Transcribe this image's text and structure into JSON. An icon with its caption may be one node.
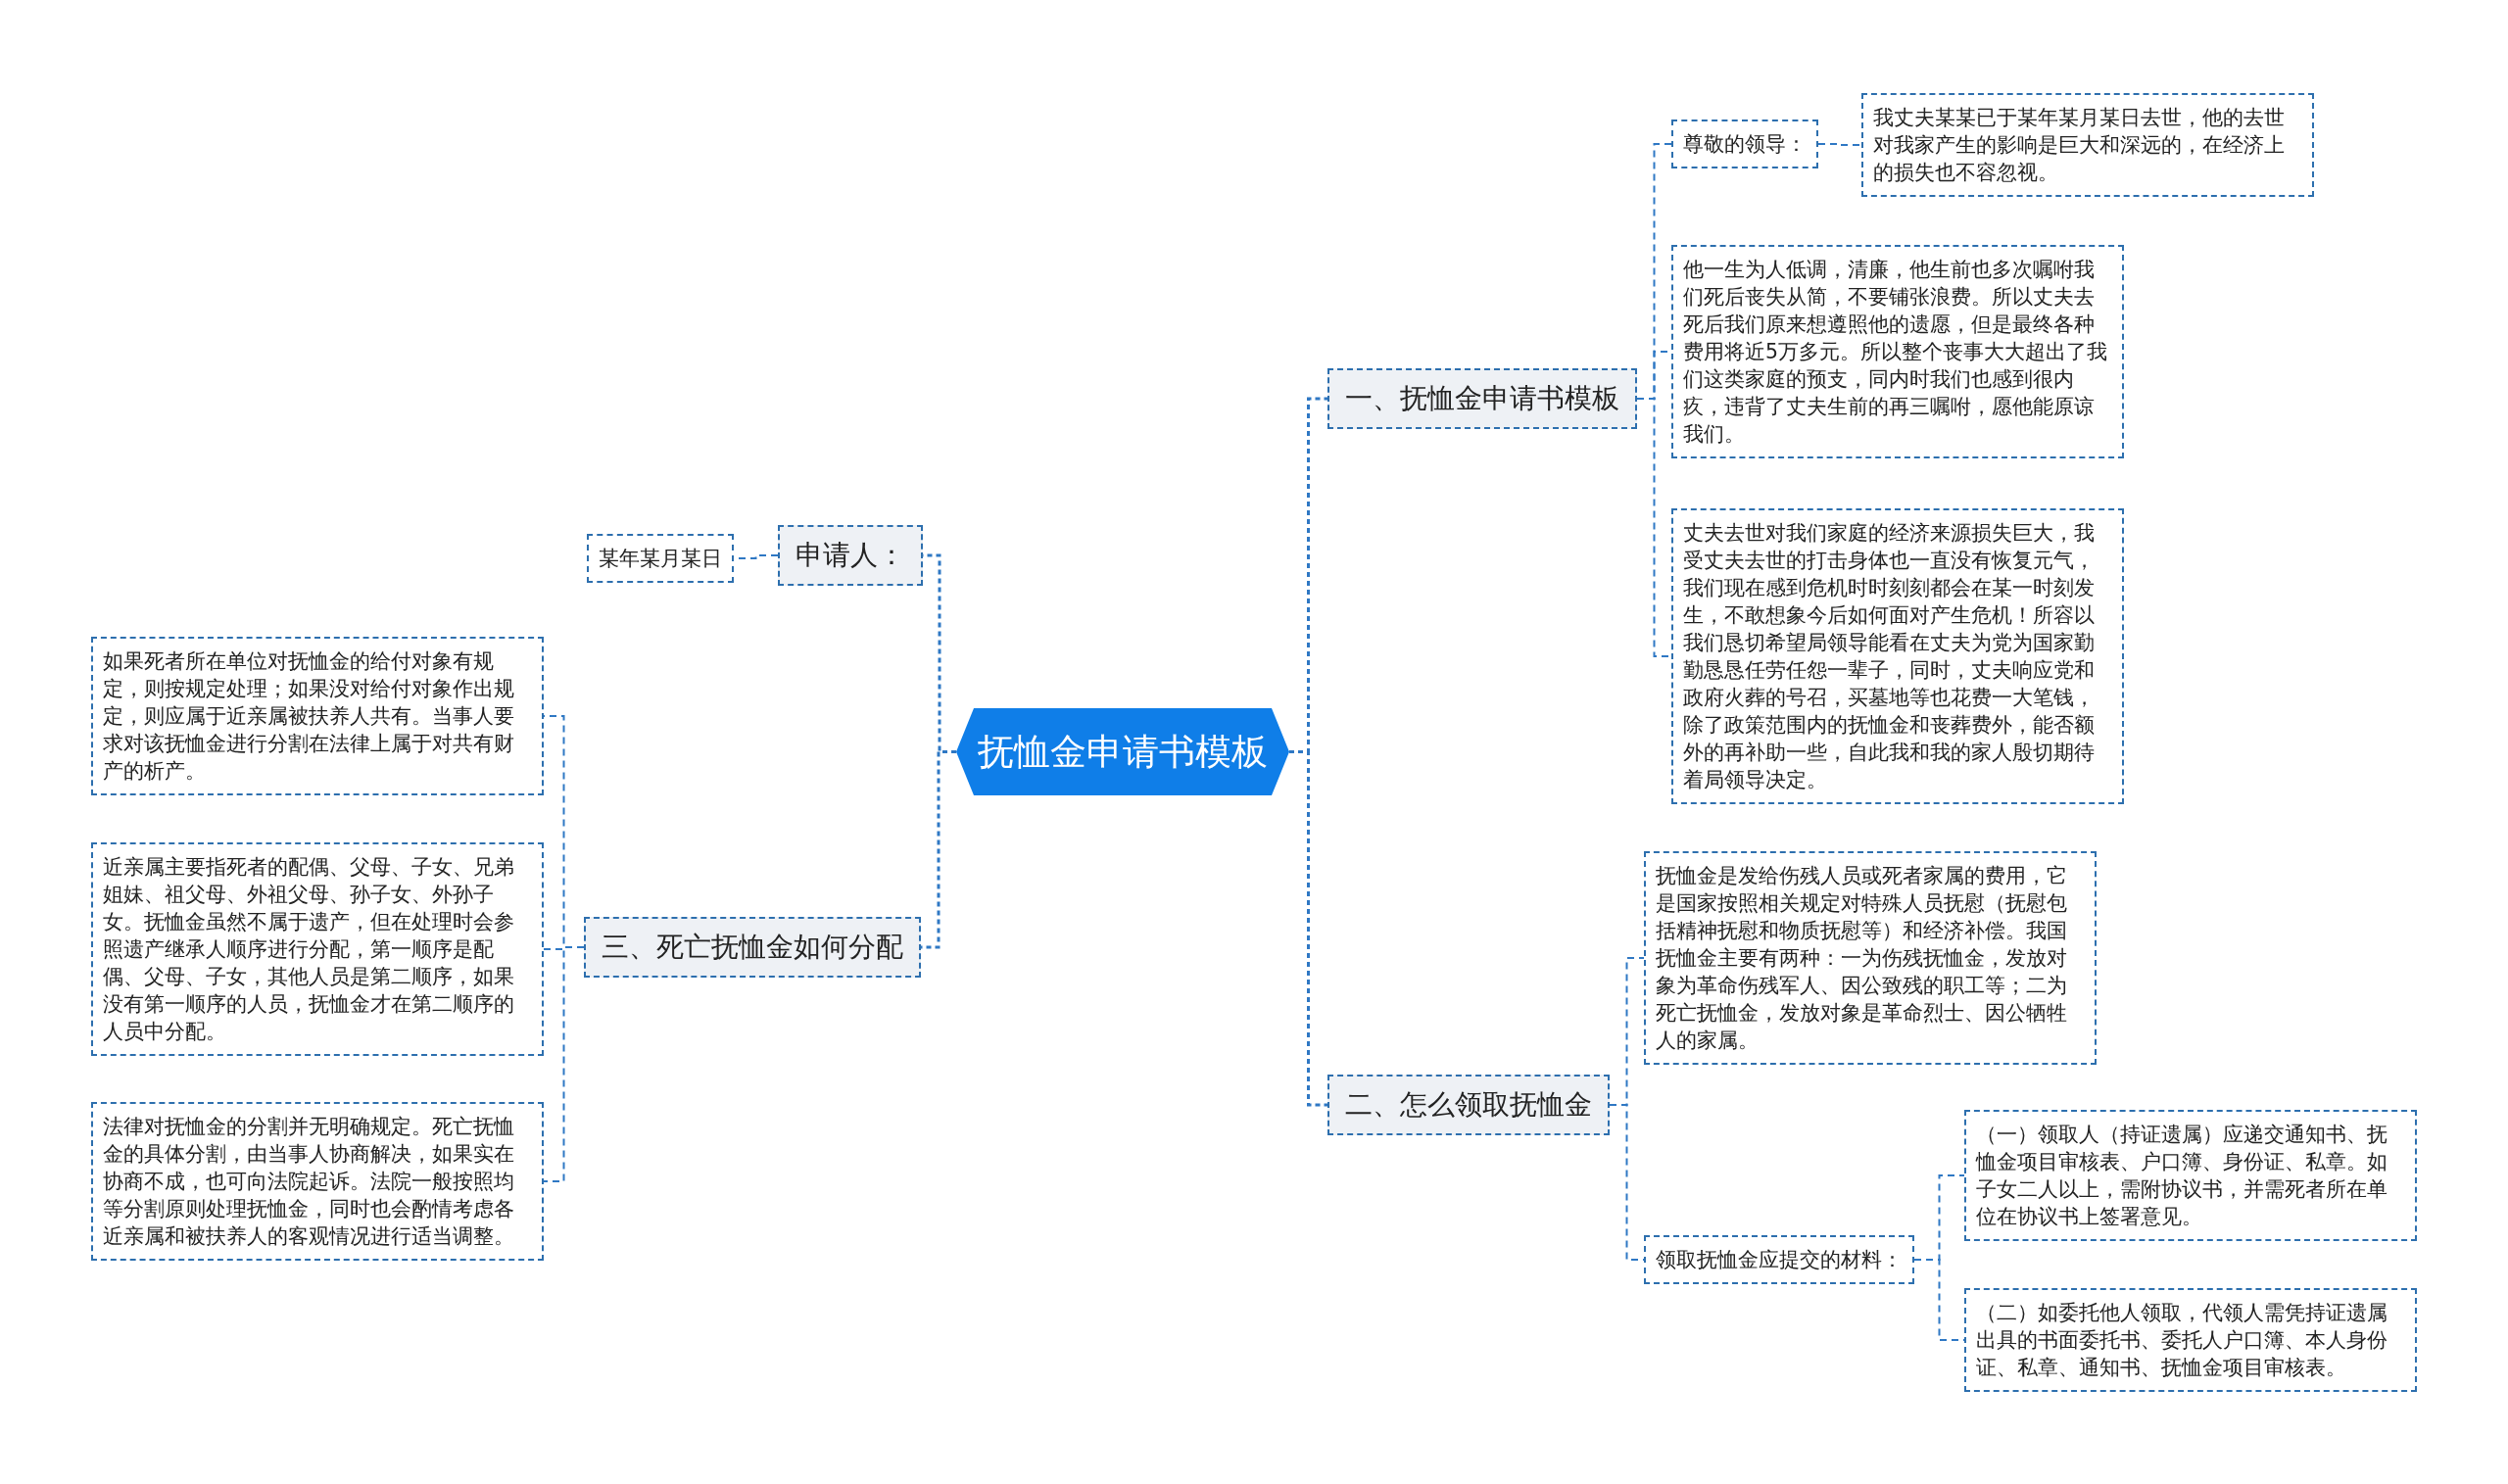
{
  "diagram": {
    "nodes": [
      {
        "text": [
          "抚恤金申请书模板"
        ]
      },
      {
        "text": [
          "一、抚恤金申请书模板"
        ]
      },
      {
        "text": [
          "尊敬的领导："
        ]
      },
      {
        "text": [
          "我丈夫某某已于某年某月某日去世，他的去世对我家产生的影响是巨大和深远的，在经济上的损失也不容忽视。"
        ]
      },
      {
        "text": [
          "他一生为人低调，清廉，他生前也多次嘱咐我们死后丧失从简，不要铺张浪费。所以丈夫去死后我们原来想遵照他的遗愿，但是最终各种费用将近5万多元。所以整个丧事大大超出了我们这类家庭的预支，同内时我们也感到很内疚，违背了丈夫生前的再三嘱咐，愿他能原谅我们。"
        ]
      },
      {
        "text": [
          "丈夫去世对我们家庭的经济来源损失巨大，我受丈夫去世的打击身体也一直没有恢复元气，我们现在感到危机时时刻刻都会在某一时刻发生，不敢想象今后如何面对产生危机！所容以我们恳切希望局领导能看在丈夫为党为国家勤勤恳恳任劳任怨一辈子，同时，丈夫响应党和政府火葬的号召，买墓地等也花费一大笔钱，除了政策范围内的抚恤金和丧葬费外，能否额外的再补助一些，自此我和我的家人殷切期待着局领导决定。"
        ]
      },
      {
        "text": [
          "二、怎么领取抚恤金"
        ]
      },
      {
        "text": [
          "抚恤金是发给伤残人员或死者家属的费用，它是国家按照相关规定对特殊人员抚慰（抚慰包括精神抚慰和物质抚慰等）和经济补偿。我国抚恤金主要有两种：一为伤残抚恤金，发放对象为革命伤残军人、因公致残的职工等；二为死亡抚恤金，发放对象是革命烈士、因公牺牲人的家属。"
        ]
      },
      {
        "text": [
          "领取抚恤金应提交的材料："
        ]
      },
      {
        "text": [
          "（一）领取人（持证遗属）应递交通知书、抚恤金项目审核表、户口簿、身份证、私章。如子女二人以上，需附协议书，并需死者所在单位在协议书上签署意见。"
        ]
      },
      {
        "text": [
          "（二）如委托他人领取，代领人需凭持证遗属出具的书面委托书、委托人户口簿、本人身份证、私章、通知书、抚恤金项目审核表。"
        ]
      },
      {
        "text": [
          "申请人："
        ]
      },
      {
        "text": [
          "某年某月某日"
        ]
      },
      {
        "text": [
          "三、死亡抚恤金如何分配"
        ]
      },
      {
        "text": [
          "如果死者所在单位对抚恤金的给付对象有规定，则按规定处理；如果没对给付对象作出规定，则应属于近亲属被扶养人共有。当事人要求对该抚恤金进行分割在法律上属于对共有财产的析产。"
        ]
      },
      {
        "text": [
          "近亲属主要指死者的配偶、父母、子女、兄弟姐妹、祖父母、外祖父母、孙子女、外孙子女。抚恤金虽然不属于遗产，但在处理时会参照遗产继承人顺序进行分配，第一顺序是配偶、父母、子女，其他人员是第二顺序，如果没有第一顺序的人员，抚恤金才在第二顺序的人员中分配。"
        ]
      },
      {
        "text": [
          "法律对抚恤金的分割并无明确规定。死亡抚恤金的具体分割，由当事人协商解决，如果实在协商不成，也可向法院起诉。法院一般按照均等分割原则处理抚恤金，同时也会酌情考虑各近亲属和被扶养人的客观情况进行适当调整。"
        ]
      }
    ],
    "edges": [
      {
        "from": 0,
        "to": 1,
        "arrow": "none",
        "style": "dashed"
      },
      {
        "from": 1,
        "to": 2,
        "arrow": "none",
        "style": "dashed"
      },
      {
        "from": 2,
        "to": 3,
        "arrow": "none",
        "style": "dashed"
      },
      {
        "from": 1,
        "to": 4,
        "arrow": "none",
        "style": "dashed"
      },
      {
        "from": 1,
        "to": 5,
        "arrow": "none",
        "style": "dashed"
      },
      {
        "from": 0,
        "to": 6,
        "arrow": "none",
        "style": "dashed"
      },
      {
        "from": 6,
        "to": 7,
        "arrow": "none",
        "style": "dashed"
      },
      {
        "from": 6,
        "to": 8,
        "arrow": "none",
        "style": "dashed"
      },
      {
        "from": 8,
        "to": 9,
        "arrow": "none",
        "style": "dashed"
      },
      {
        "from": 8,
        "to": 10,
        "arrow": "none",
        "style": "dashed"
      },
      {
        "from": 0,
        "to": 11,
        "arrow": "none",
        "style": "dashed"
      },
      {
        "from": 11,
        "to": 12,
        "arrow": "none",
        "style": "dashed"
      },
      {
        "from": 0,
        "to": 13,
        "arrow": "none",
        "style": "dashed"
      },
      {
        "from": 13,
        "to": 14,
        "arrow": "none",
        "style": "dashed"
      },
      {
        "from": 13,
        "to": 15,
        "arrow": "none",
        "style": "dashed"
      },
      {
        "from": 13,
        "to": 16,
        "arrow": "none",
        "style": "dashed"
      }
    ]
  }
}
